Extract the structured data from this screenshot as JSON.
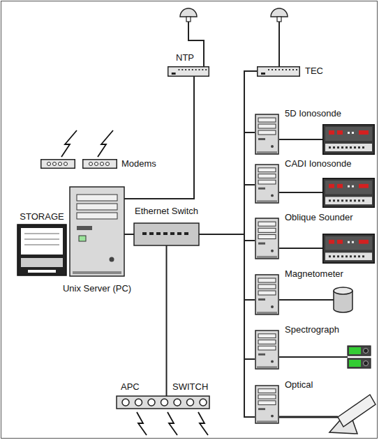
{
  "diagram": {
    "nodes": [
      {
        "text": [
          "NTP"
        ]
      },
      {
        "text": [
          "TEC"
        ]
      },
      {
        "text": [
          "Modems"
        ]
      },
      {
        "text": [
          "STORAGE"
        ]
      },
      {
        "text": [
          "Unix Server (PC)"
        ]
      },
      {
        "text": [
          "Ethernet Switch"
        ]
      },
      {
        "text": [
          "5D Ionosonde"
        ]
      },
      {
        "text": [
          "CADI Ionosonde"
        ]
      },
      {
        "text": [
          "Oblique Sounder"
        ]
      },
      {
        "text": [
          "Magnetometer"
        ]
      },
      {
        "text": [
          "Spectrograph"
        ]
      },
      {
        "text": [
          "Optical"
        ]
      },
      {
        "text": [
          "APC",
          "SWITCH"
        ]
      }
    ],
    "edges": [
      {
        "from": 0,
        "to": 4,
        "arrow": "none"
      },
      {
        "from": 4,
        "to": 5,
        "arrow": "none"
      },
      {
        "from": 5,
        "to": 1,
        "arrow": "none"
      },
      {
        "from": 5,
        "to": 6,
        "arrow": "none"
      },
      {
        "from": 5,
        "to": 7,
        "arrow": "none"
      },
      {
        "from": 5,
        "to": 8,
        "arrow": "none"
      },
      {
        "from": 5,
        "to": 9,
        "arrow": "none"
      },
      {
        "from": 5,
        "to": 10,
        "arrow": "none"
      },
      {
        "from": 5,
        "to": 11,
        "arrow": "none"
      },
      {
        "from": 5,
        "to": 12,
        "arrow": "none"
      }
    ]
  }
}
